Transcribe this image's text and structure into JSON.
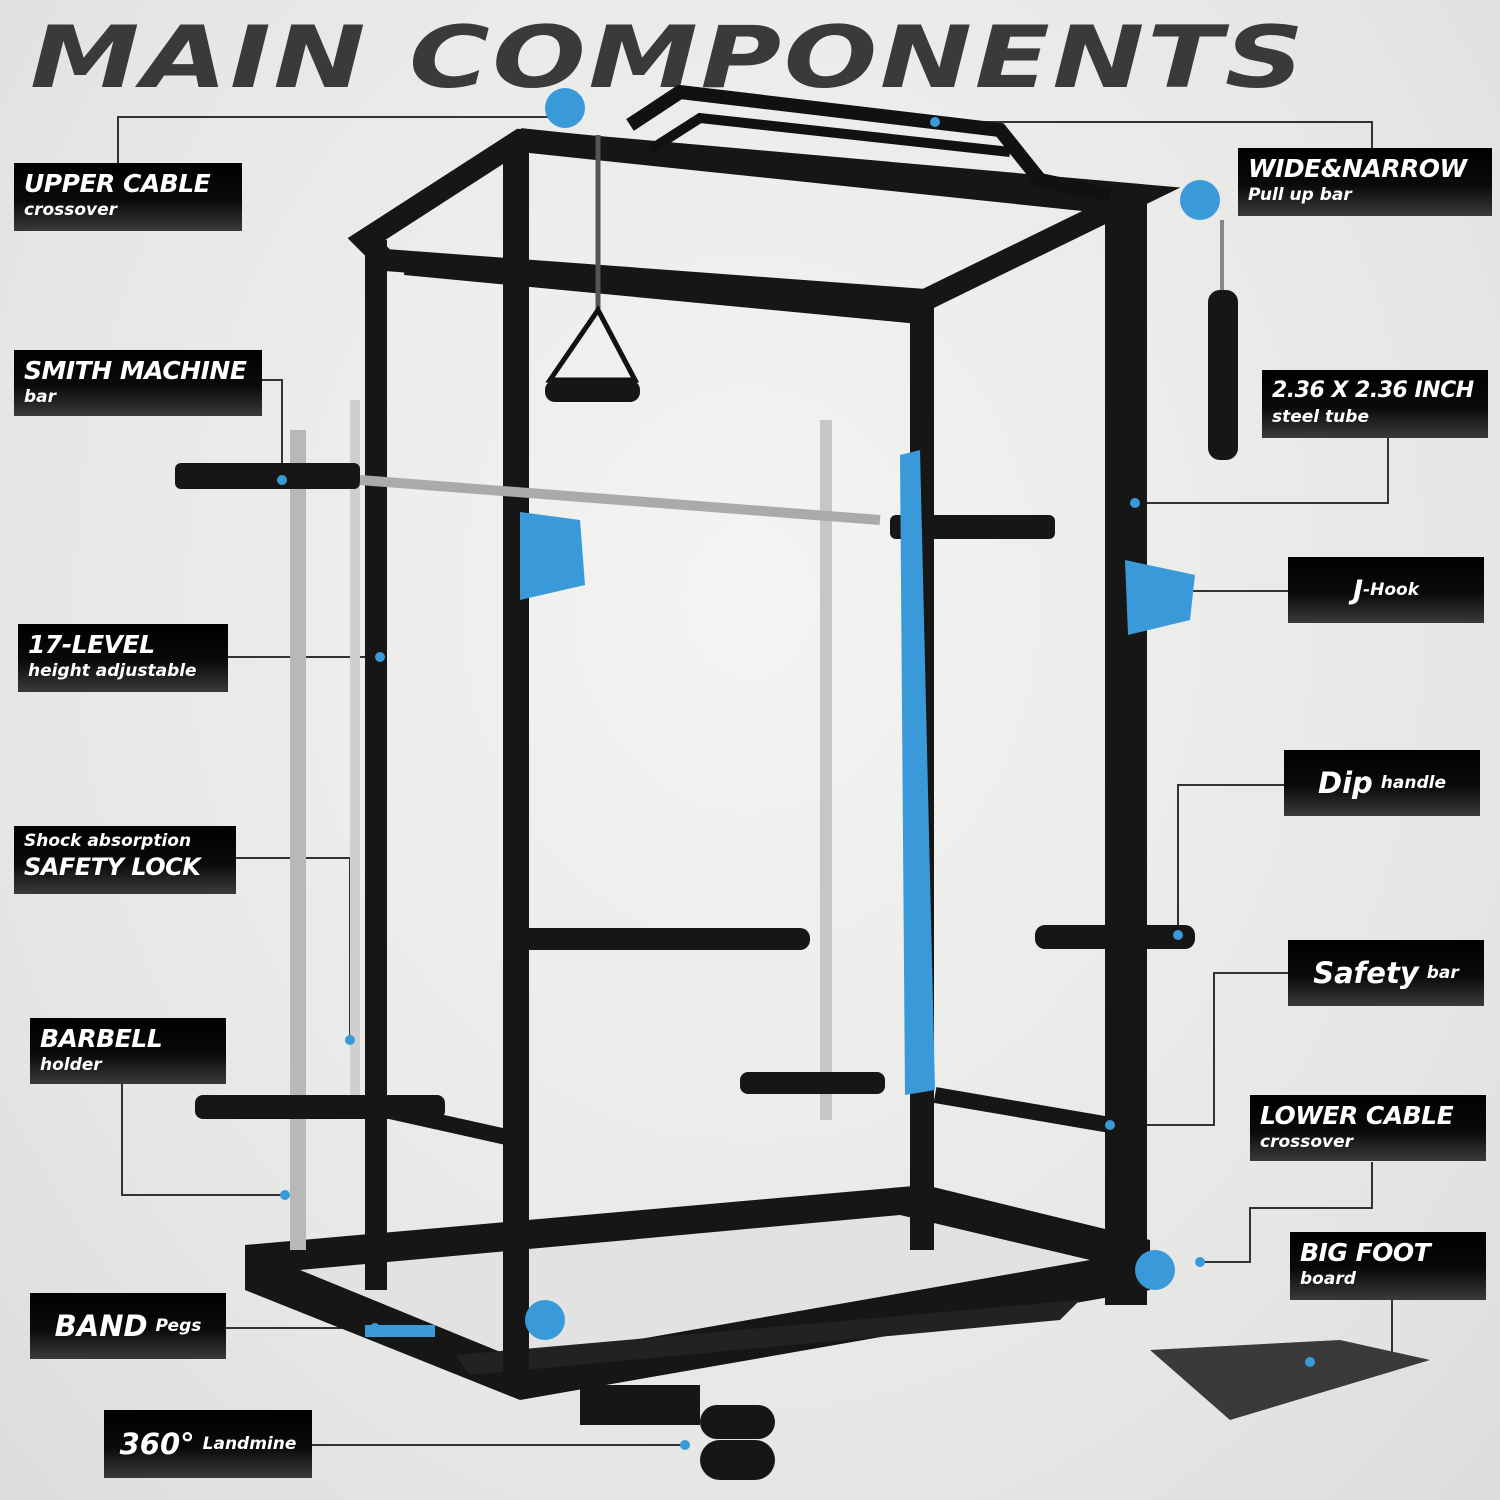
{
  "title": "MAIN COMPONENTS",
  "labels": {
    "upper_cable": {
      "main": "UPPER CABLE",
      "sub": "crossover"
    },
    "pullup": {
      "main": "WIDE&NARROW",
      "sub": "Pull up bar"
    },
    "smith": {
      "main": "SMITH MACHINE",
      "sub": "bar"
    },
    "tube": {
      "main": "2.36 X 2.36 INCH",
      "sub": "steel tube"
    },
    "jhook": {
      "main": "J",
      "sub": "-Hook"
    },
    "level": {
      "main": "17-LEVEL",
      "sub": "height adjustable"
    },
    "dip": {
      "main": "Dip",
      "sub": "handle"
    },
    "safety_lock": {
      "sub": "Shock absorption",
      "main": "SAFETY LOCK"
    },
    "safety_bar": {
      "main": "Safety",
      "sub": "bar"
    },
    "barbell": {
      "main": "BARBELL",
      "sub": "holder"
    },
    "lower_cable": {
      "main": "LOWER CABLE",
      "sub": "crossover"
    },
    "bigfoot": {
      "main": "BIG FOOT",
      "sub": "board"
    },
    "band": {
      "main": "BAND",
      "sub": "Pegs"
    },
    "landmine": {
      "main": "360°",
      "sub": "Landmine"
    }
  },
  "colors": {
    "accent": "#3a9ad9",
    "frame": "#151515",
    "title": "#3a3a3a"
  }
}
